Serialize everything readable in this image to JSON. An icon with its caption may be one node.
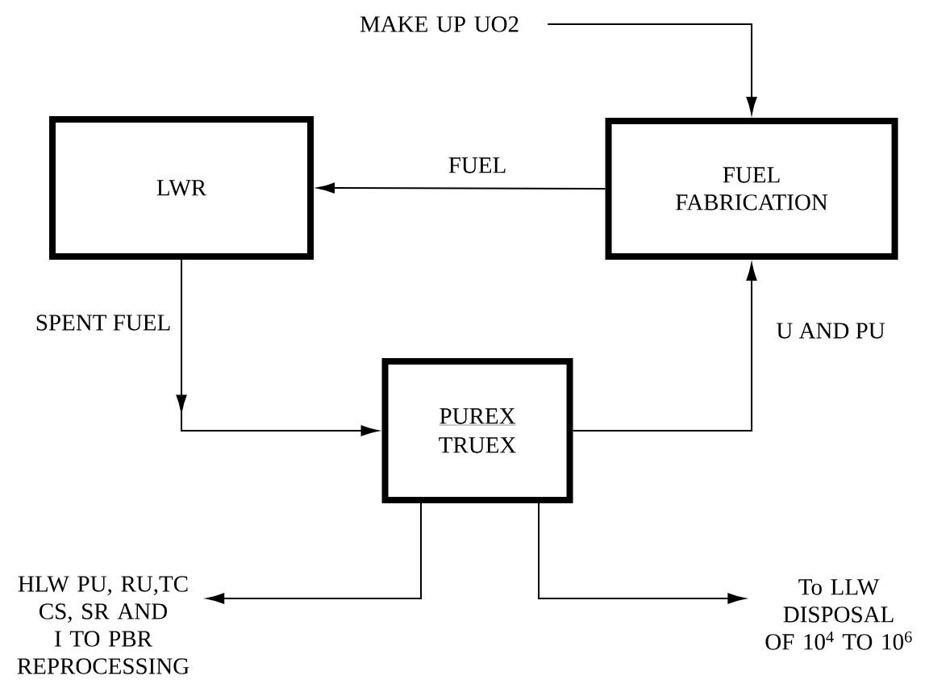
{
  "diagram": {
    "nodes": [
      {
        "text": [
          "MAKE UP UO2"
        ]
      },
      {
        "text": [
          "LWR"
        ]
      },
      {
        "text": [
          "FUEL FABRICATION"
        ]
      },
      {
        "text": [
          "PUREX",
          "TRUEX"
        ]
      },
      {
        "text": [
          "HLW PU, RU,TC CS, SR AND I TO PBR REPROCESSING"
        ]
      },
      {
        "text": [
          "To LLW DISPOSAL OF 10$^{4}$ TO 10$^{6}$"
        ]
      }
    ],
    "edges": [
      {
        "from": 0,
        "to": 2,
        "arrow": "to"
      },
      {
        "from": 2,
        "to": 1,
        "arrow": "to",
        "label": "FUEL"
      },
      {
        "from": 1,
        "to": 3,
        "arrow": "to",
        "label": "SPENT FUEL"
      },
      {
        "from": 3,
        "to": 2,
        "arrow": "to",
        "label": "U AND PU"
      },
      {
        "from": 3,
        "to": 4,
        "arrow": "to"
      },
      {
        "from": 3,
        "to": 5,
        "arrow": "to"
      }
    ]
  }
}
